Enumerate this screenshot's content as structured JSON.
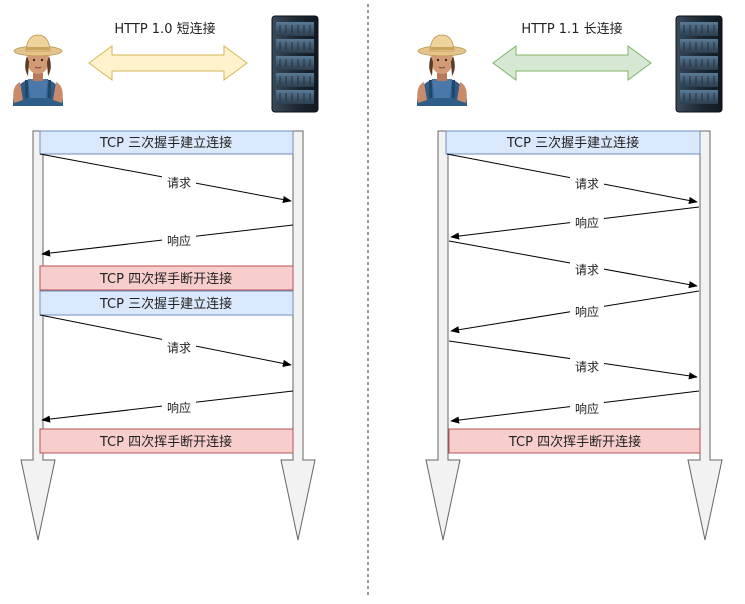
{
  "colors": {
    "connect_fill": "#dae8fc",
    "connect_stroke": "#6c8ebf",
    "close_fill": "#f8cecc",
    "close_stroke": "#b85450",
    "arrow_10_fill": "#fff2cc",
    "arrow_10_stroke": "#d6b656",
    "arrow_11_fill": "#d5e8d4",
    "arrow_11_stroke": "#82b366"
  },
  "icons": {
    "client": "farmer-person-icon",
    "server": "server-rack-icon"
  },
  "left": {
    "title": "HTTP 1.0 短连接",
    "connect_1": "TCP 三次握手建立连接",
    "request_1": "请求",
    "response_1": "响应",
    "close_1": "TCP 四次挥手断开连接",
    "connect_2": "TCP 三次握手建立连接",
    "request_2": "请求",
    "response_2": "响应",
    "close_2": "TCP 四次挥手断开连接"
  },
  "right": {
    "title": "HTTP 1.1 长连接",
    "connect": "TCP 三次握手建立连接",
    "request_1": "请求",
    "response_1": "响应",
    "request_2": "请求",
    "response_2": "响应",
    "request_3": "请求",
    "response_3": "响应",
    "close": "TCP 四次挥手断开连接"
  }
}
